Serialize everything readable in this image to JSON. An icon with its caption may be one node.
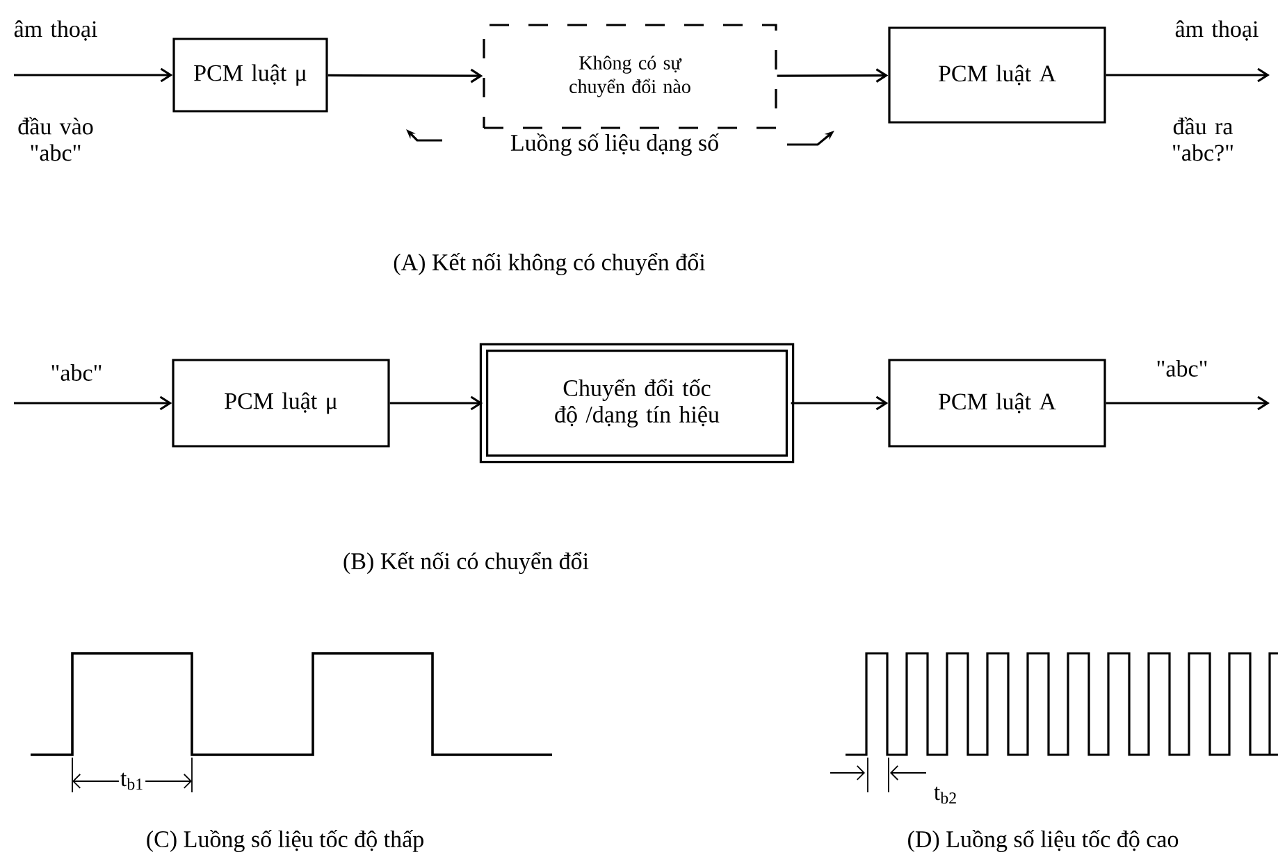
{
  "diagram": {
    "nodes": [
      {
        "text": [
          "PCM luật μ"
        ]
      },
      {
        "text": [
          "Không có sự chuyển đổi nào"
        ]
      },
      {
        "text": [
          "PCM luật A"
        ]
      },
      {
        "text": [
          "PCM luật μ"
        ]
      },
      {
        "text": [
          "Chuyển đổi tốc độ /dạng tín hiệu"
        ]
      },
      {
        "text": [
          "PCM luật A"
        ]
      }
    ],
    "edges": [
      {
        "from": null,
        "to": 0,
        "arrow": "to"
      },
      {
        "from": 0,
        "to": 1,
        "arrow": "to"
      },
      {
        "from": 1,
        "to": 2,
        "arrow": "to"
      },
      {
        "from": 2,
        "to": null,
        "arrow": "to"
      },
      {
        "from": null,
        "to": 3,
        "arrow": "to"
      },
      {
        "from": 3,
        "to": 4,
        "arrow": "to"
      },
      {
        "from": 4,
        "to": 5,
        "arrow": "to"
      },
      {
        "from": 5,
        "to": null,
        "arrow": "to"
      }
    ],
    "labels": [
      "âm thoại",
      "đầu vào \"abc\"",
      "Luồng số liệu dạng số",
      "âm thoại",
      "đầu ra \"abc?\"",
      "(A) Kết nối không có chuyển đổi",
      "\"abc\"",
      "\"abc\"",
      "(B) Kết nối có chuyển đổi",
      "t$_{b1}$",
      "(C) Luồng số liệu tốc độ thấp",
      "t$_{b2}$",
      "(D) Luồng số liệu tốc độ cao"
    ]
  }
}
